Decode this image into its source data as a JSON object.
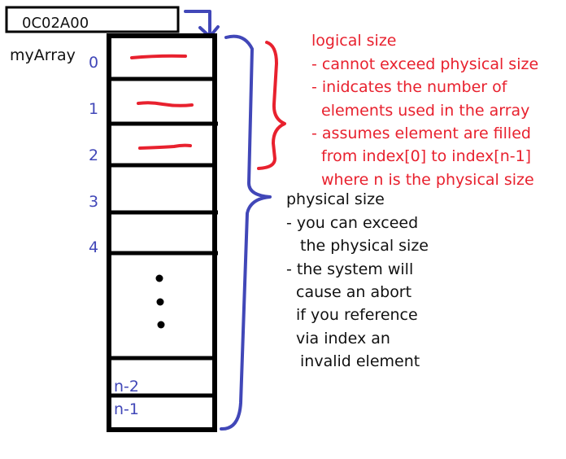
{
  "pointer": {
    "address": "0C02A00",
    "variable_name": "myArray"
  },
  "array": {
    "indices": [
      "0",
      "1",
      "2",
      "3",
      "4"
    ],
    "tail_indices": [
      "n-2",
      "n-1"
    ]
  },
  "logical_size_note": {
    "lines": [
      "logical size",
      "- cannot exceed physical size",
      "- inidcates the number of",
      "elements used in the array",
      "- assumes element are filled",
      "from index[0] to index[n-1]",
      "where n is the physical size"
    ]
  },
  "physical_size_note": {
    "lines": [
      "physical size",
      "- you can exceed",
      "the physical size",
      "- the system will",
      "cause an abort",
      "if you reference",
      "via index an",
      "invalid element"
    ]
  },
  "colors": {
    "ink": "#000000",
    "blue_pen": "#4147b8",
    "red_pen": "#e8212e"
  },
  "icons": [
    "arrow-down-icon",
    "ellipsis-dots-icon",
    "curly-brace-icon"
  ]
}
